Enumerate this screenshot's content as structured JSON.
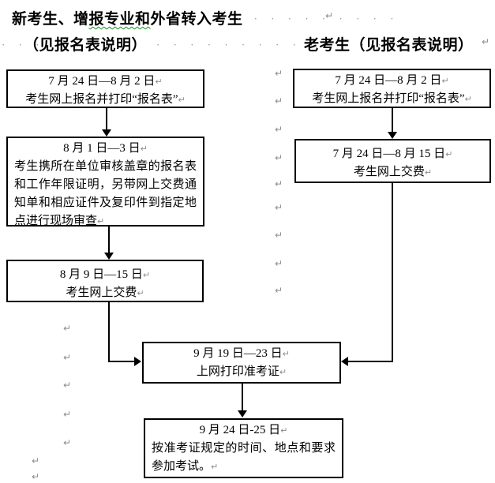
{
  "header": {
    "line1": {
      "prefix": "新考生、增",
      "marked": "报专业和",
      "suffix": "外省转入考生",
      "trail_dots": "· · · · · · · · · ·"
    },
    "line2": {
      "lead_dots": "· · ·",
      "left_label": "（见报名表说明）",
      "mid_dots": "· · · · · · · · · · · · · · · ·",
      "right_label": "老考生（见报名表说明）"
    }
  },
  "marks": {
    "pilcrow": "↵"
  },
  "boxes": {
    "left1": {
      "date": "7 月 24 日—8 月 2 日",
      "text": "考生网上报名并打印“报名表”"
    },
    "left2": {
      "date": "8 月 1 日—3 日",
      "text": "考生携所在单位审核盖章的报名表和工作年限证明，另带网上交费通知单和相应证件及复印件到指定地点进行现场审查"
    },
    "left3": {
      "date": "8 月 9 日—15 日",
      "text": "考生网上交费"
    },
    "right1": {
      "date": "7 月 24 日—8 月 2 日",
      "text": "考生网上报名并打印“报名表”"
    },
    "right2": {
      "date": "7 月 24 日—8 月 15 日",
      "text": "考生网上交费"
    },
    "mid1": {
      "date": "9 月 19 日—23 日",
      "text": "上网打印准考证"
    },
    "mid2": {
      "date": "9 月 24 日-25 日",
      "text": "按准考证规定的时间、地点和要求参加考试。"
    }
  },
  "colors": {
    "ink": "#000000",
    "formatting_mark": "#8c8c8c",
    "spellcheck_wave": "#1d8f1d"
  }
}
